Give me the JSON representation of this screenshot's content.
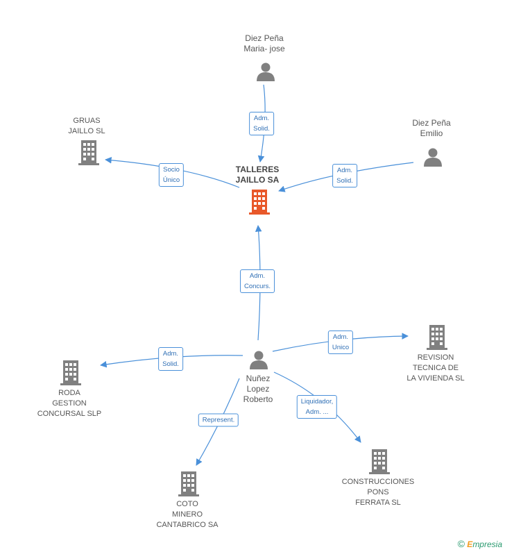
{
  "colors": {
    "edge": "#4a90d9",
    "node_gray": "#808080",
    "node_center": "#e8582a",
    "label": "#555555"
  },
  "center": {
    "name": "TALLERES\nJAILLO SA",
    "icon": "building-icon"
  },
  "nodes": [
    {
      "id": "diez-maria",
      "name": "Diez Peña\nMaria- jose",
      "kind": "person"
    },
    {
      "id": "diez-emilio",
      "name": "Diez Peña\nEmilio",
      "kind": "person"
    },
    {
      "id": "gruas",
      "name": "GRUAS\nJAILLO SL",
      "kind": "company"
    },
    {
      "id": "nunez",
      "name": "Nuñez\nLopez\nRoberto",
      "kind": "person"
    },
    {
      "id": "revision",
      "name": "REVISION\nTECNICA DE\nLA VIVIENDA SL",
      "kind": "company"
    },
    {
      "id": "roda",
      "name": "RODA\nGESTION\nCONCURSAL SLP",
      "kind": "company"
    },
    {
      "id": "coto",
      "name": "COTO\nMINERO\nCANTABRICO SA",
      "kind": "company"
    },
    {
      "id": "construcciones",
      "name": "CONSTRUCCIONES\nPONS\nFERRATA SL",
      "kind": "company"
    }
  ],
  "relations": [
    {
      "id": "r1",
      "label": "Adm.\nSolid."
    },
    {
      "id": "r2",
      "label": "Adm.\nSolid."
    },
    {
      "id": "r3",
      "label": "Socio\nÚnico"
    },
    {
      "id": "r4",
      "label": "Adm.\nConcurs."
    },
    {
      "id": "r5",
      "label": "Adm.\nUnico"
    },
    {
      "id": "r6",
      "label": "Adm.\nSolid."
    },
    {
      "id": "r7",
      "label": "Represent."
    },
    {
      "id": "r8",
      "label": "Liquidador,\nAdm. ..."
    }
  ],
  "footer": {
    "copyright": "©",
    "brand_e": "E",
    "brand_rest": "mpresia"
  }
}
